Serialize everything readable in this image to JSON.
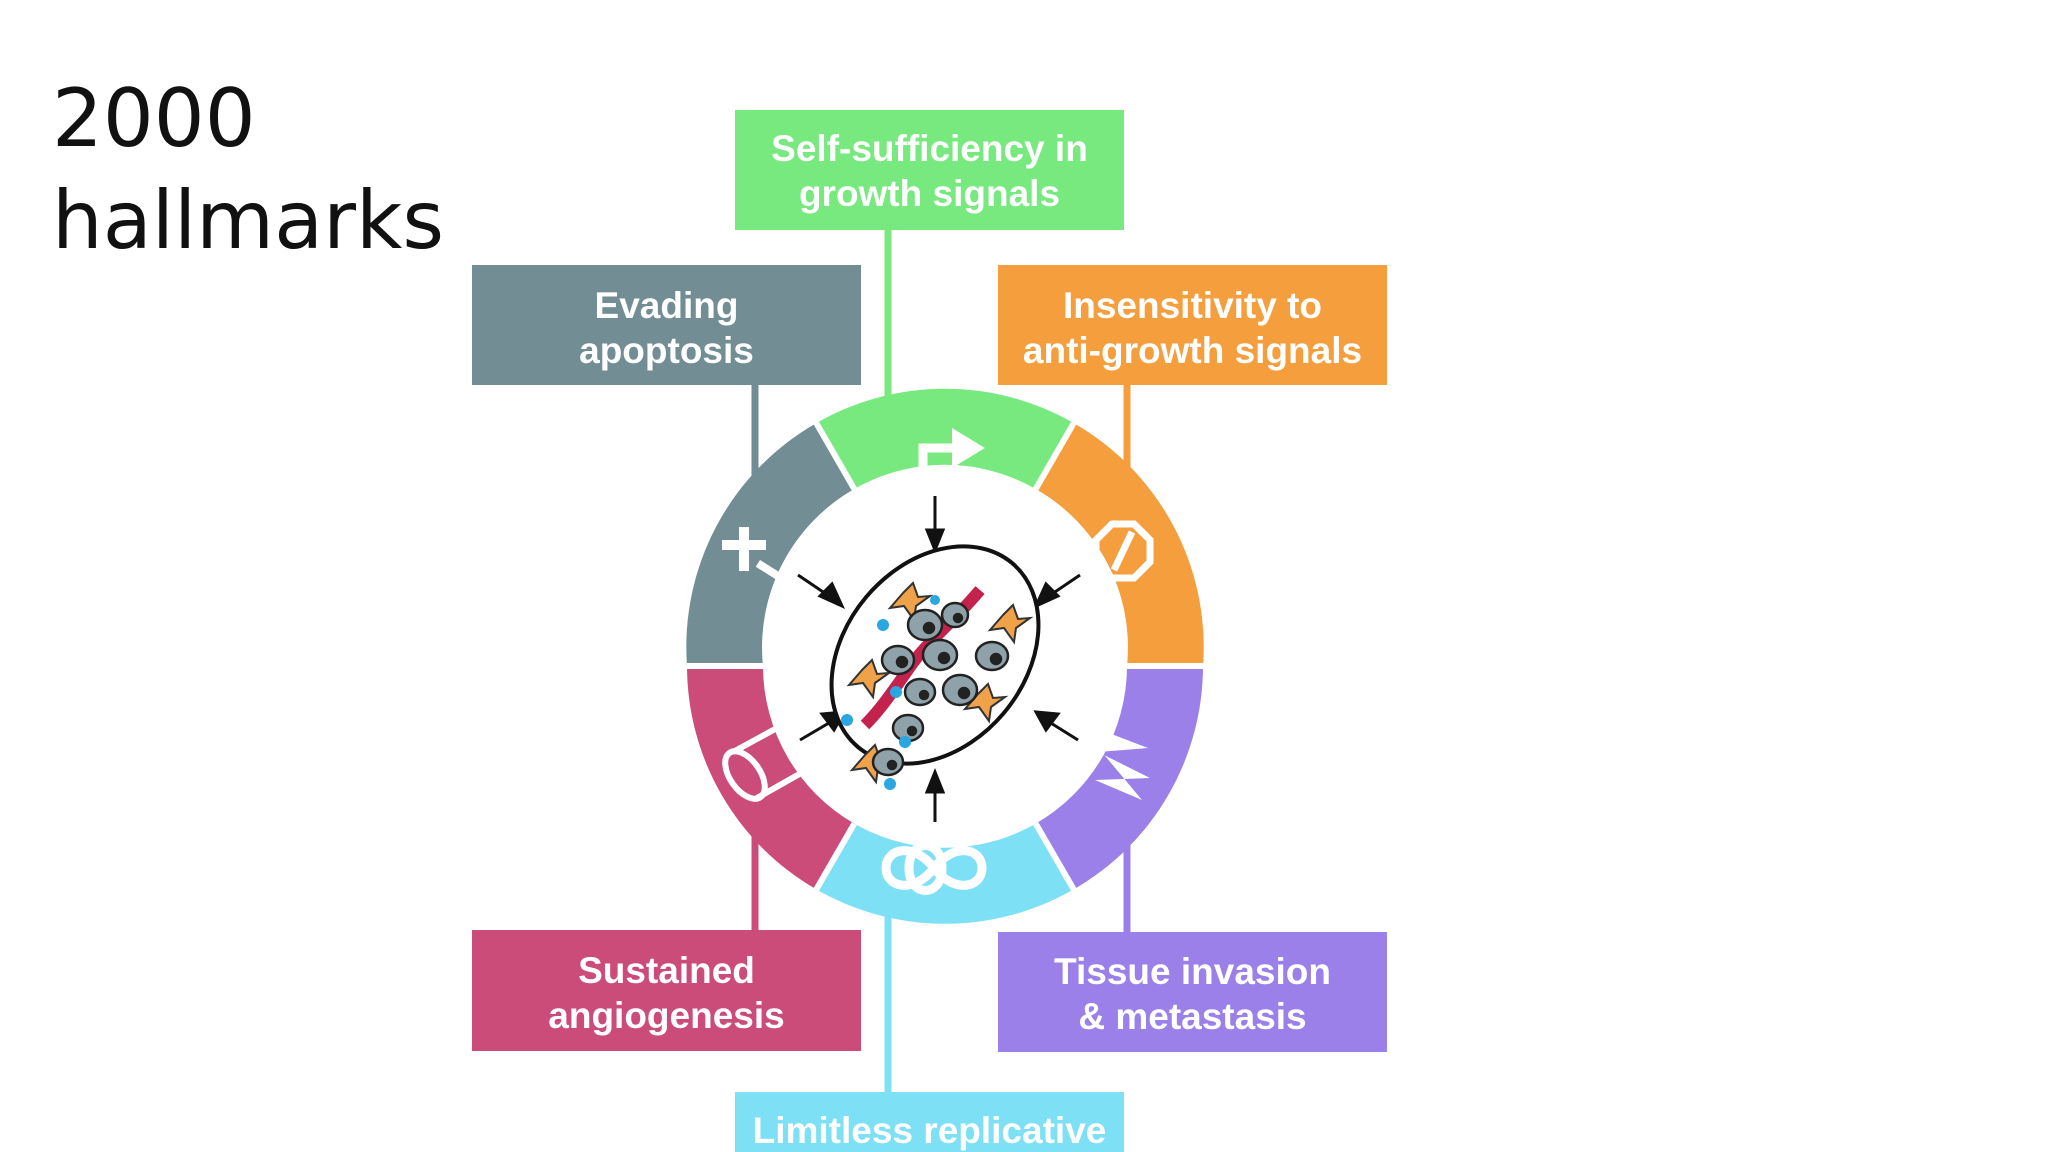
{
  "slide": {
    "title_line1": "2000",
    "title_line2": "hallmarks"
  },
  "hallmarks": {
    "growth": {
      "line1": "Self-sufficiency in",
      "line2": "growth signals",
      "color": "#77e97f"
    },
    "anti_growth": {
      "line1": "Insensitivity to",
      "line2": "anti-growth signals",
      "color": "#f59e3d"
    },
    "apoptosis": {
      "line1": "Evading",
      "line2": "apoptosis",
      "color": "#728e94"
    },
    "angiogenesis": {
      "line1": "Sustained",
      "line2": "angiogenesis",
      "color": "#cc4c79"
    },
    "invasion": {
      "line1": "Tissue invasion",
      "line2": "& metastasis",
      "color": "#9a80e8"
    },
    "replicative": {
      "line1": "Limitless replicative",
      "line2": "",
      "color": "#7ee0f5"
    }
  },
  "icons": {
    "growth": "bent-arrow-icon",
    "anti_growth": "stop-sign-icon",
    "apoptosis": "cross-icon",
    "angiogenesis": "blood-vessel-icon",
    "invasion": "jagged-invasion-icon",
    "replicative": "infinity-icon",
    "center": "tumor-cells-icon"
  }
}
